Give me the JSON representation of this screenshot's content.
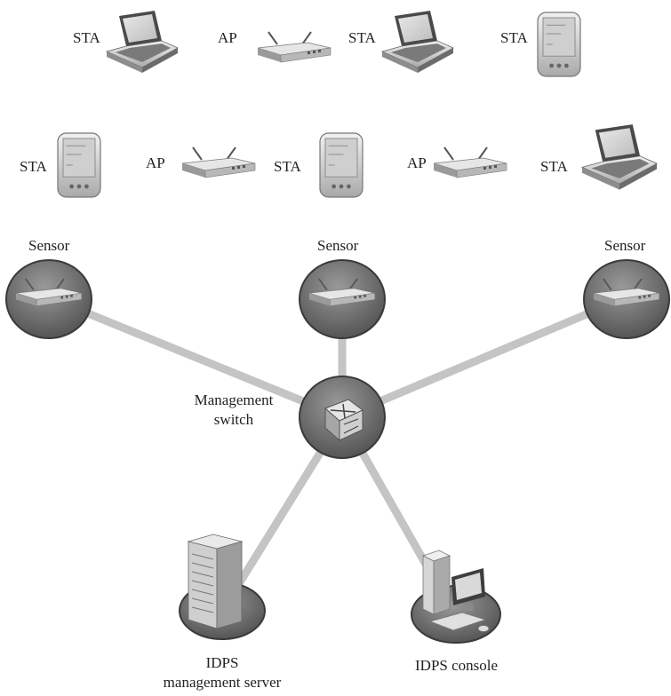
{
  "row1": [
    {
      "label": "STA",
      "icon": "laptop-icon"
    },
    {
      "label": "AP",
      "icon": "access-point-icon"
    },
    {
      "label": "STA",
      "icon": "laptop-icon"
    },
    {
      "label": "STA",
      "icon": "pda-icon"
    }
  ],
  "row2": [
    {
      "label": "STA",
      "icon": "pda-icon"
    },
    {
      "label": "AP",
      "icon": "access-point-icon"
    },
    {
      "label": "STA",
      "icon": "pda-icon"
    },
    {
      "label": "AP",
      "icon": "access-point-icon"
    },
    {
      "label": "STA",
      "icon": "laptop-icon"
    }
  ],
  "sensors": [
    {
      "label": "Sensor",
      "icon": "sensor-icon"
    },
    {
      "label": "Sensor",
      "icon": "sensor-icon"
    },
    {
      "label": "Sensor",
      "icon": "sensor-icon"
    }
  ],
  "switch": {
    "label_line1": "Management",
    "label_line2": "switch",
    "icon": "switch-icon"
  },
  "server": {
    "label_line1": "IDPS",
    "label_line2": "management server",
    "icon": "server-icon"
  },
  "console": {
    "label": "IDPS console",
    "icon": "workstation-icon"
  },
  "colors": {
    "link": "#c4c4c4",
    "node_fill": "#6f6f6f",
    "node_stroke": "#3a3a3a",
    "device": "#d8d8d8"
  }
}
